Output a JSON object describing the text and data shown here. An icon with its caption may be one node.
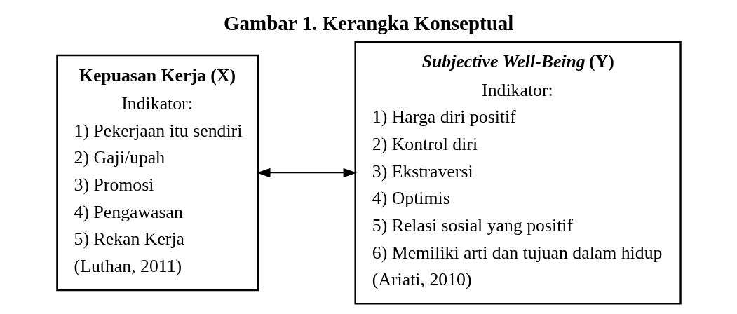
{
  "diagram": {
    "title": "Gambar 1. Kerangka Konseptual",
    "nodes": [
      {
        "text": [
          "Kepuasan Kerja (X)",
          "Indikator:",
          "1) Pekerjaan itu sendiri",
          "2) Gaji/upah",
          "3) Promosi",
          "4) Pengawasan",
          "5) Rekan Kerja",
          "(Luthan, 2011)"
        ]
      },
      {
        "text": [
          "*Subjective Well-Being* (Y)",
          "Indikator:",
          "1) Harga diri positif",
          "2) Kontrol diri",
          "3) Ekstraversi",
          "4) Optimis",
          "5) Relasi sosial yang positif",
          "6) Memiliki arti dan tujuan dalam hidup",
          "(Ariati, 2010)"
        ]
      }
    ],
    "edges": [
      {
        "from": 0,
        "to": 1,
        "arrow": "both"
      }
    ]
  }
}
